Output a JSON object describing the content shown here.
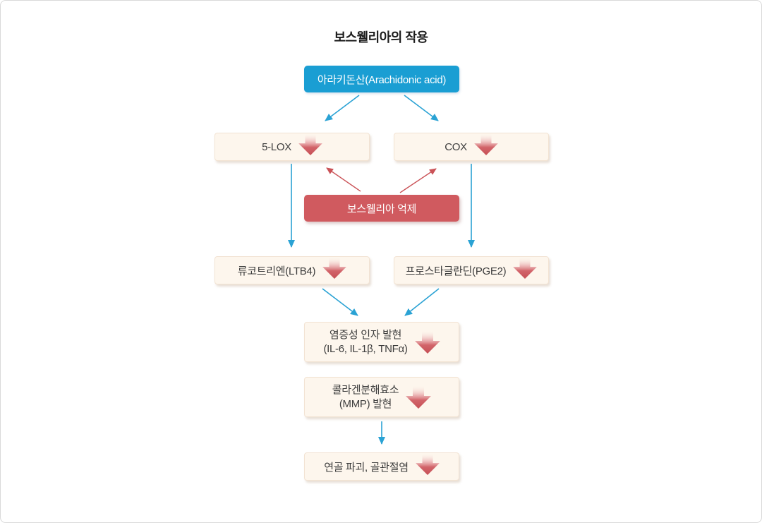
{
  "title": "보스웰리아의 작용",
  "colors": {
    "accent_blue": "#1a9ed3",
    "accent_red": "#d05a5f",
    "box_cream": "#fdf6ed",
    "box_cream_border": "#f2e3d3",
    "arrow_blue": "#2aa2d4",
    "arrow_red": "#ca5257",
    "text_dark": "#3c3c3c",
    "text_white": "#ffffff",
    "frame_border": "#d9d9d9"
  },
  "nodes": {
    "arachidonic": {
      "label": "아라키돈산(Arachidonic acid)"
    },
    "lox": {
      "label": "5-LOX",
      "icon": "red-block-down-arrow"
    },
    "cox": {
      "label": "COX",
      "icon": "red-block-down-arrow"
    },
    "boswellia": {
      "label": "보스웰리아 억제"
    },
    "leukotriene": {
      "label": "류코트리엔(LTB4)",
      "icon": "red-block-down-arrow"
    },
    "prostaglandin": {
      "label": "프로스타글란딘(PGE2)",
      "icon": "red-block-down-arrow"
    },
    "inflammatory": {
      "line1": "염증성 인자 발현",
      "line2": "(IL-6, IL-1β, TNFα)",
      "icon": "red-block-down-arrow"
    },
    "collagenase": {
      "line1": "콜라겐분해효소",
      "line2": "(MMP) 발현",
      "icon": "red-block-down-arrow"
    },
    "cartilage": {
      "label": "연골 파괴, 골관절염",
      "icon": "red-block-down-arrow"
    }
  },
  "flows": {
    "blue_arrows": [
      "arachidonic→5-LOX",
      "arachidonic→COX",
      "5-LOX→leukotriene",
      "COX→prostaglandin",
      "leukotriene→inflammatory",
      "prostaglandin→inflammatory",
      "collagenase→cartilage"
    ],
    "red_arrows": [
      "boswellia→5-LOX (억제)",
      "boswellia→COX (억제)"
    ]
  }
}
